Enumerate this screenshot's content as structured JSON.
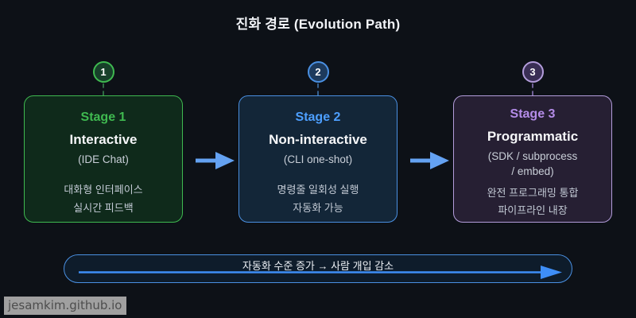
{
  "title": "진화 경로 (Evolution Path)",
  "colors": {
    "background": "#0d1117",
    "arrow": "#64a2f2",
    "pill_border": "#4a90e2",
    "pill_bg": "#0e1c2b",
    "pill_line": "#3e8ef7"
  },
  "stages": [
    {
      "number": "1",
      "title": "Stage 1",
      "name": "Interactive",
      "sub_lines": [
        "(IDE Chat)"
      ],
      "desc": [
        "대화형 인터페이스",
        "실시간 피드백"
      ],
      "colors": {
        "accent": "#3fb950",
        "border": "#3fb950",
        "bg": "#0f2a1b",
        "badge": "#17402a",
        "connector": "#2f6b43"
      }
    },
    {
      "number": "2",
      "title": "Stage 2",
      "name": "Non-interactive",
      "sub_lines": [
        "(CLI one-shot)"
      ],
      "desc": [
        "명령줄 일회성 실행",
        "자동화 가능"
      ],
      "colors": {
        "accent": "#4d9fff",
        "border": "#4a90e2",
        "bg": "#132638",
        "badge": "#1d3a5c",
        "connector": "#35608f"
      }
    },
    {
      "number": "3",
      "title": "Stage 3",
      "name": "Programmatic",
      "sub_lines": [
        "(SDK / subprocess",
        "/ embed)"
      ],
      "desc": [
        "완전 프로그래밍 통합",
        "파이프라인 내장"
      ],
      "colors": {
        "accent": "#b48ce8",
        "border": "#b39ddb",
        "bg": "#261f33",
        "badge": "#3a2f55",
        "connector": "#6f5f96"
      }
    }
  ],
  "flow": {
    "label": "자동화 수준 증가 → 사람 개입 감소"
  },
  "watermark": {
    "text": "jesamkim.github.io"
  }
}
